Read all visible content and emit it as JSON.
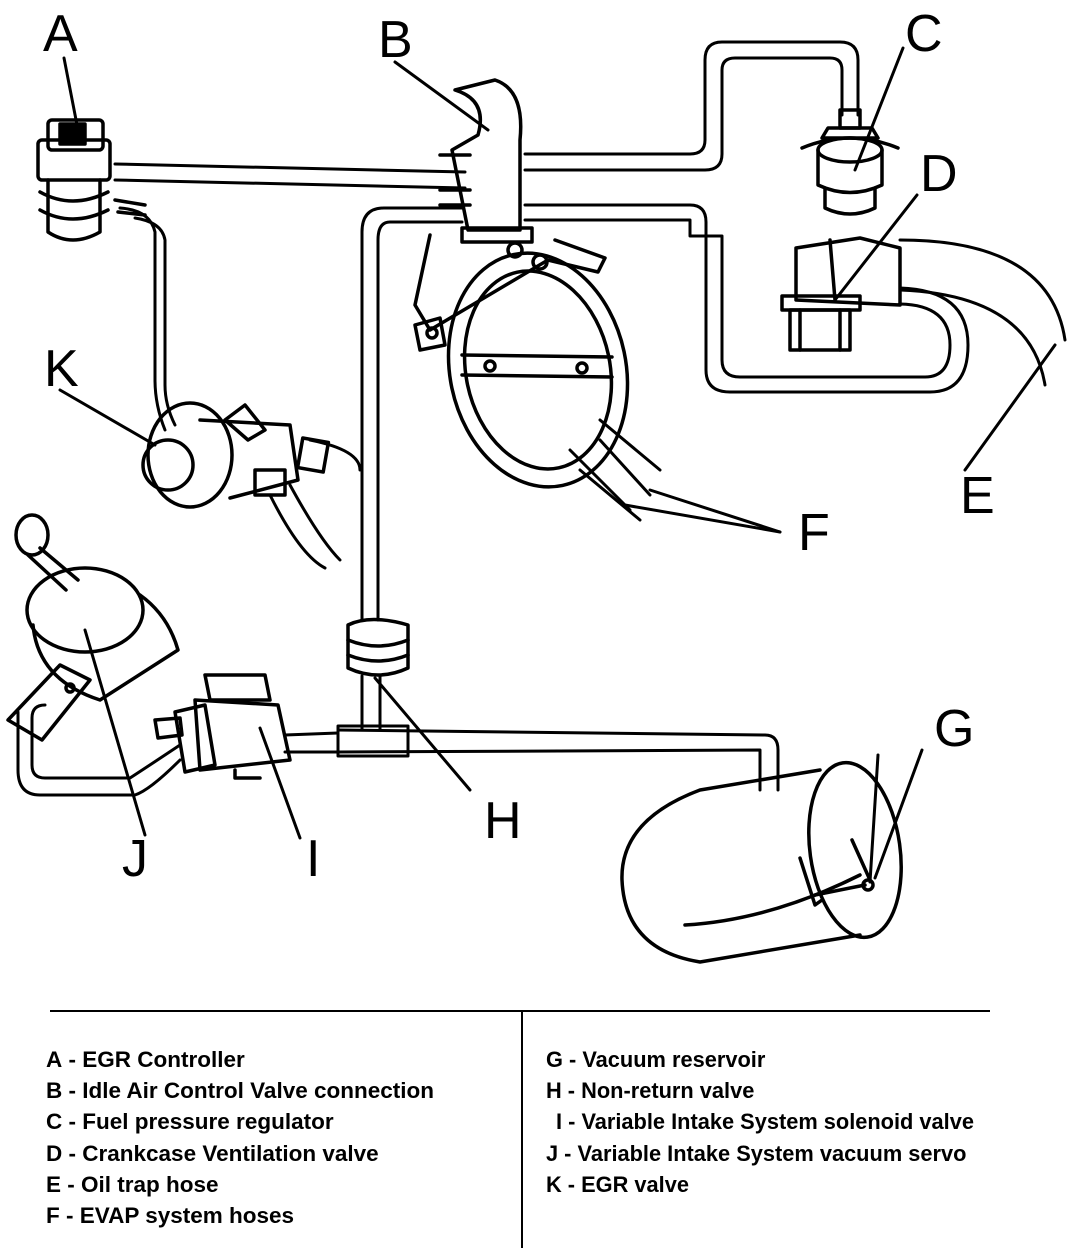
{
  "callouts": {
    "A": "A",
    "B": "B",
    "C": "C",
    "D": "D",
    "E": "E",
    "F": "F",
    "G": "G",
    "H": "H",
    "I": "I",
    "J": "J",
    "K": "K"
  },
  "legend": {
    "left": [
      {
        "key": "A",
        "sep": " - ",
        "text": "EGR Controller"
      },
      {
        "key": "B",
        "sep": " - ",
        "text": "Idle Air Control Valve connection"
      },
      {
        "key": "C",
        "sep": " - ",
        "text": "Fuel pressure regulator"
      },
      {
        "key": "D",
        "sep": " - ",
        "text": "Crankcase Ventilation valve"
      },
      {
        "key": "E",
        "sep": " - ",
        "text": "Oil trap hose"
      },
      {
        "key": "F",
        "sep": " - ",
        "text": "EVAP system hoses"
      }
    ],
    "right": [
      {
        "key": "G",
        "sep": " - ",
        "text": "Vacuum reservoir"
      },
      {
        "key": "H",
        "sep": " - ",
        "text": "Non-return valve"
      },
      {
        "key": "I",
        "sep": " - ",
        "text": "Variable Intake System solenoid valve"
      },
      {
        "key": "J",
        "sep": " - ",
        "text": "Variable Intake System vacuum servo"
      },
      {
        "key": "K",
        "sep": " - ",
        "text": "EGR valve"
      }
    ]
  }
}
